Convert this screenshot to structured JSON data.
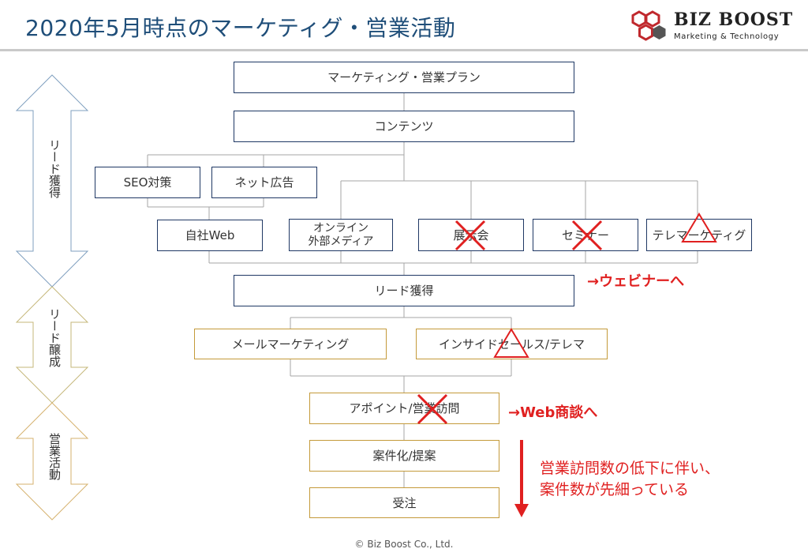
{
  "title": "2020年5月時点のマーケティグ・営業活動",
  "logo": {
    "name": "BIZ BOOST",
    "tagline": "Marketing & Technology"
  },
  "phases": [
    {
      "label": "リード獲得"
    },
    {
      "label": "リード醸成"
    },
    {
      "label": "営業活動"
    }
  ],
  "boxes": {
    "plan": "マーケティング・営業プラン",
    "contents": "コンテンツ",
    "seo": "SEO対策",
    "ads": "ネット広告",
    "own_web": "自社Web",
    "online_media_1": "オンライン",
    "online_media_2": "外部メディア",
    "expo": "展示会",
    "seminar": "セミナー",
    "telemarketing": "テレマーケティグ",
    "lead_acq": "リード獲得",
    "mail_marketing": "メールマーケティング",
    "inside_sales": "インサイドセールス/テレマ",
    "appointment": "アポイント/営業訪問",
    "proposal": "案件化/提案",
    "order": "受注"
  },
  "notes": {
    "webinar": "→ウェビナーへ",
    "web_meeting": "→Web商談へ",
    "decline_line1": "営業訪問数の低下に伴い、",
    "decline_line2": "案件数が先細っている"
  },
  "colors": {
    "navy": "#1f3864",
    "gold": "#c49a3a",
    "red": "#e02020",
    "title": "#1f4e79"
  },
  "footer": "© Biz Boost Co., Ltd."
}
